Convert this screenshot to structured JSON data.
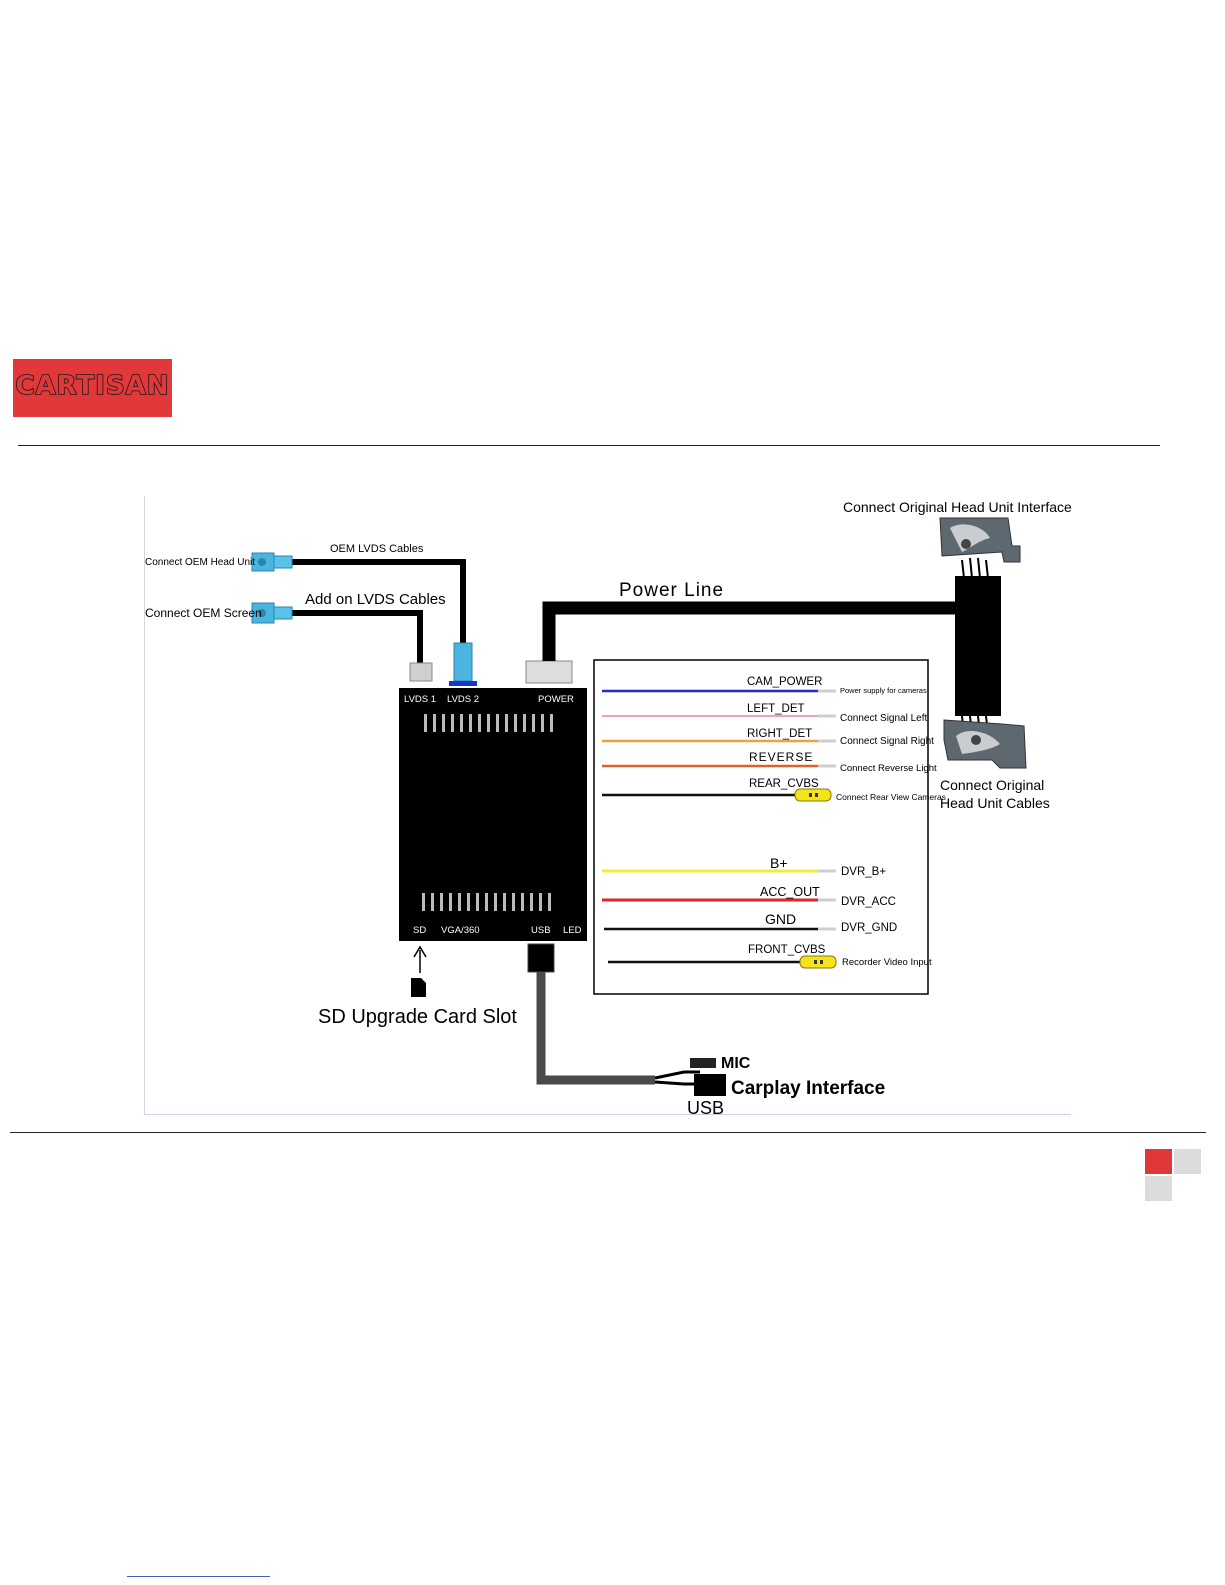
{
  "brand": {
    "logo_text": "CARTISAN"
  },
  "diagram": {
    "top_right_label": "Connect  Original  Head  Unit  Interface",
    "bottom_right_label_line1": "Connect  Original",
    "bottom_right_label_line2": "Head  Unit  Cables",
    "oem_lvds_cables": "OEM LVDS Cables",
    "connect_oem_head_unit": "Connect OEM Head Unit",
    "add_on_lvds_cables": "Add on LVDS Cables",
    "connect_oem_screen": "Connect OEM Screen",
    "power_line": "Power Line",
    "box_top_labels": [
      "LVDS 1",
      "LVDS 2",
      "POWER"
    ],
    "box_bottom_labels": [
      "SD",
      "VGA/360",
      "USB",
      "LED"
    ],
    "sd_slot_label": "SD Upgrade Card Slot",
    "mic_label": "MIC",
    "carplay_label": "Carplay Interface",
    "usb_label": "USB",
    "wires": [
      {
        "name": "CAM_POWER",
        "desc": "Power supply for cameras",
        "color": "#1d2fc4"
      },
      {
        "name": "LEFT_DET",
        "desc": "Connect Signal Left",
        "color": "#f0a0c8"
      },
      {
        "name": "RIGHT_DET",
        "desc": "Connect Signal Right",
        "color": "#f0a040"
      },
      {
        "name": "REVERSE",
        "desc": "Connect Reverse Light",
        "color": "#e0602a"
      },
      {
        "name": "REAR_CVBS",
        "desc": "Connect Rear View Cameras",
        "color": "#111111"
      },
      {
        "name": "B+",
        "desc": "DVR_B+",
        "color": "#f2ec3a"
      },
      {
        "name": "ACC_OUT",
        "desc": "DVR_ACC",
        "color": "#e0242a"
      },
      {
        "name": "GND",
        "desc": "DVR_GND",
        "color": "#111111"
      },
      {
        "name": "FRONT_CVBS",
        "desc": "Recorder Video Input",
        "color": "#111111"
      }
    ]
  },
  "colors": {
    "brand_red": "#e2383a",
    "lvds_blue": "#4bb4df",
    "rca_yellow": "#f4e21a"
  }
}
